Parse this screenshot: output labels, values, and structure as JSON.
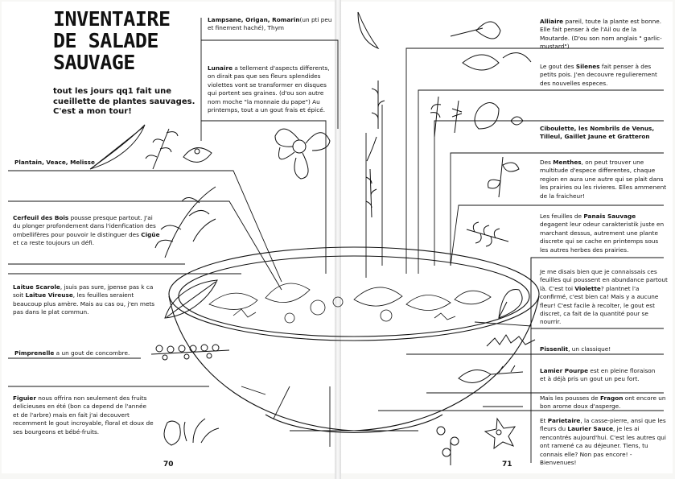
{
  "title": {
    "line1": "INVENTAIRE",
    "line2": "DE SALADE",
    "line3": "SAUVAGE"
  },
  "intro": "tout les jours qq1 fait une cueillette de plantes sauvages. C'est a mon tour!",
  "left_notes": {
    "plantain": {
      "names": "Plantain, Veace, Melisse"
    },
    "lampsane": {
      "names": "Lampsane, Origan, Romarin",
      "text": "(un pti peu et finement haché), Thym"
    },
    "lunaire": {
      "name": "Lunaire",
      "text": " a tellement d'aspects differents, on dirait pas que ses fleurs splendides violettes vont se transformer en disques qui portent ses graines. (d'ou son autre nom moche \"la monnaie du pape\") Au printemps, tout a un gout frais et épicé."
    },
    "cerfeuil": {
      "name": "Cerfeuil des Bois",
      "text1": " pousse presque partout. J'ai du plonger profondement dans l'idenfication des ombellifères pour pouvoir le distinguer des ",
      "cigue": "Cigüe",
      "text2": " et ca reste toujours un défi."
    },
    "laitue": {
      "name": "Laitue Scarole",
      "text1": ", jsuis pas sure, jpense pas k ca soit ",
      "name2": "Laitue Vireuse",
      "text2": ", les feuilles seraient beaucoup plus amère. Mais au cas ou, j'en mets pas dans le plat commun."
    },
    "pimprenelle": {
      "name": "Pimprenelle",
      "text": " a un gout  de concombre."
    },
    "figuier": {
      "name": "Figuier",
      "text": " nous offrira non seulement des fruits delicieuses en été (bon ca depend de l'année et de l'arbre) mais en fait j'ai decouvert recemment le gout incroyable, floral et doux de ses bourgeons et bébé-fruits."
    }
  },
  "right_notes": {
    "alliaire": {
      "name": "Alliaire",
      "text": " pareil, toute la plante est bonne. Elle fait penser à de l'Ail ou de la Moutarde. (D'ou son nom anglais \" garlic-mustard\")"
    },
    "silenes": {
      "t1": "Le gout des ",
      "name": "Silenes",
      "t2": " fait penser à des petits pois. J'en decouvre regulierement des nouvelles especes."
    },
    "ciboulette": {
      "names": "Ciboulette, les Nombrils de Venus, Tilleul, Gaillet Jaune et Gratteron"
    },
    "menthes": {
      "t1": "Des ",
      "name": "Menthes",
      "t2": ", on peut trouver une multitude d'espece differentes, chaque region en aura une autre qui se plait dans les prairies ou les rivieres. Elles ammenent de la fraicheur!"
    },
    "panais": {
      "t1": "Les feuilles de ",
      "name": "Panais Sauvage",
      "t2": " degagent leur odeur carakteristik juste en marchant dessus, autrement une plante discrete qui se cache en printemps sous les autres herbes des prairies."
    },
    "violette": {
      "t1": "Je me disais bien que je connaissais ces feuilles qui poussent en abundance partout là. C'est toi ",
      "name": "Violette",
      "t2": "? plantnet l'a confirmé, c'est bien ca! Mais y a aucune fleur! C'est facile à recolter, le gout est discret, ca fait de la quantité pour se nourrir."
    },
    "pissenlit": {
      "name": "Pissenlit",
      "text": ", un classique!"
    },
    "lamier": {
      "name": "Lamier Pourpe",
      "text": " est en pleine floraison et à déjà pris un gout un peu fort."
    },
    "fragon": {
      "t1": "Mais les pousses de ",
      "name": "Fragon",
      "t2": " ont encore un bon arome doux d'asperge."
    },
    "parietaire": {
      "t1": "Et ",
      "name": "Parietaire",
      "t2": ", la casse-pierre, ansi que les fleurs du ",
      "name2": "Laurier Sauce",
      "t3": ", je les ai rencontrés aujourd'hui. C'est les autres qui ont ramené ca au déjeuner. Tiens, tu connais elle? Non pas encore! - Bienvenues!"
    }
  },
  "page_numbers": {
    "left": "70",
    "right": "71"
  }
}
